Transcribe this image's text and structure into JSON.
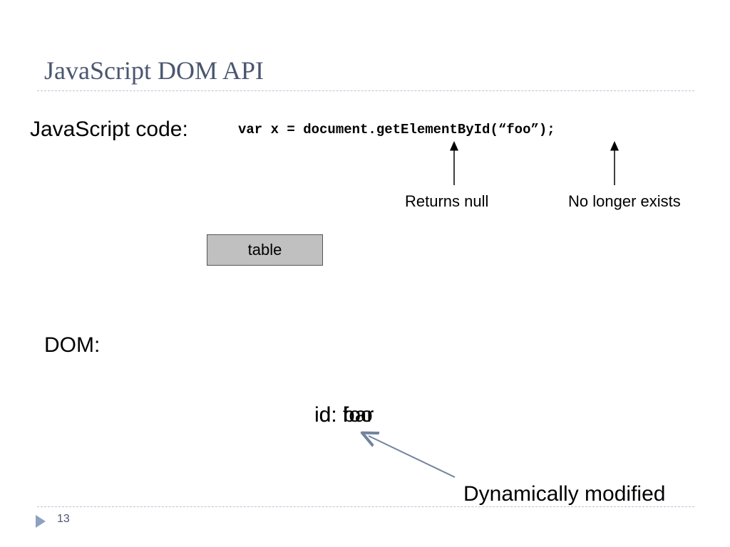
{
  "slide": {
    "title": "JavaScript DOM API",
    "code_label": "JavaScript code:",
    "code": "var x = document.getElementById(“foo”);",
    "annotations": {
      "returns_null": "Returns null",
      "no_longer_exists": "No longer exists"
    },
    "table_label": "table",
    "dom_label": "DOM:",
    "id_old": "id: foo",
    "id_new_value": "bar",
    "dynamic_label": "Dynamically modified",
    "page_number": "13"
  },
  "colors": {
    "title": "#4a5670",
    "accent": "#8fa1c0",
    "table_fill": "#c0c0c0"
  }
}
